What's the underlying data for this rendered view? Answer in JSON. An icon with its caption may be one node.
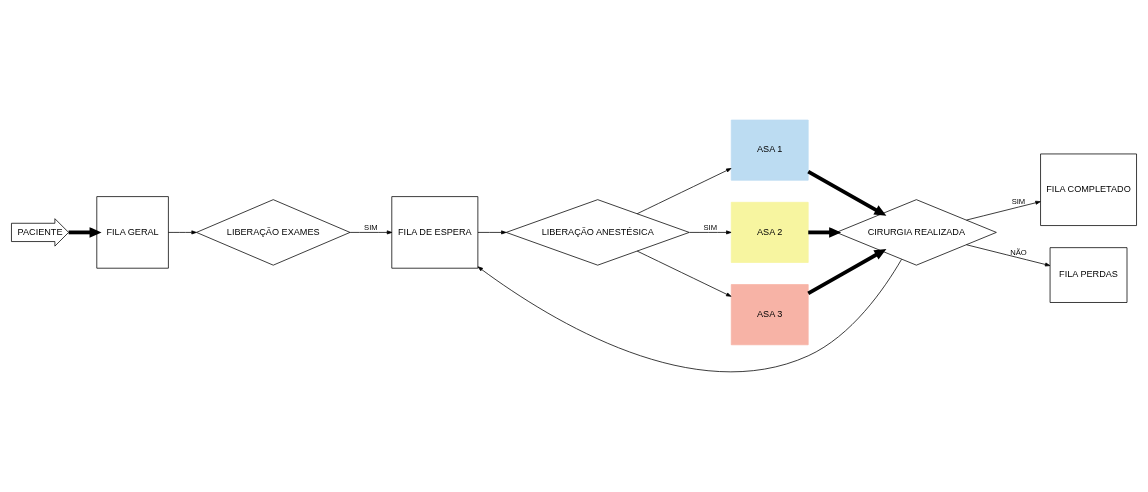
{
  "diagram": {
    "nodes": [
      {
        "text": [
          "PACIENTE"
        ]
      },
      {
        "text": [
          "FILA GERAL"
        ]
      },
      {
        "text": [
          "LIBERAÇÃO EXAMES"
        ]
      },
      {
        "text": [
          "FILA DE ESPERA"
        ]
      },
      {
        "text": [
          "LIBERAÇÃO ANESTÉSICA"
        ]
      },
      {
        "text": [
          "ASA 1"
        ]
      },
      {
        "text": [
          "ASA 2"
        ]
      },
      {
        "text": [
          "ASA 3"
        ]
      },
      {
        "text": [
          "CIRURGIA REALIZADA"
        ]
      },
      {
        "text": [
          "FILA COMPLETADO"
        ]
      },
      {
        "text": [
          "FILA PERDAS"
        ]
      }
    ],
    "edges": [
      {
        "from": 0,
        "to": 1,
        "arrow": "to",
        "style": "thick"
      },
      {
        "from": 1,
        "to": 2,
        "arrow": "to"
      },
      {
        "from": 2,
        "to": 3,
        "arrow": "to",
        "label": "SIM"
      },
      {
        "from": 3,
        "to": 4,
        "arrow": "to"
      },
      {
        "from": 4,
        "to": 5,
        "arrow": "to"
      },
      {
        "from": 4,
        "to": 6,
        "arrow": "to",
        "label": "SIM"
      },
      {
        "from": 4,
        "to": 7,
        "arrow": "to"
      },
      {
        "from": 5,
        "to": 8,
        "arrow": "to",
        "style": "thick"
      },
      {
        "from": 6,
        "to": 8,
        "arrow": "to",
        "style": "thick"
      },
      {
        "from": 7,
        "to": 8,
        "arrow": "to",
        "style": "thick"
      },
      {
        "from": 8,
        "to": 9,
        "arrow": "to",
        "label": "SIM"
      },
      {
        "from": 8,
        "to": 10,
        "arrow": "to",
        "label": "NÃO"
      },
      {
        "from": 8,
        "to": 3,
        "arrow": "to"
      }
    ]
  }
}
